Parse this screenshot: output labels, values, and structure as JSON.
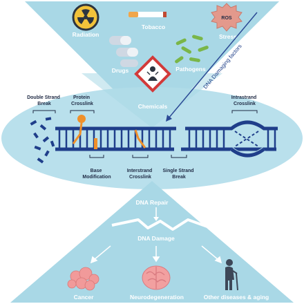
{
  "top_factors": {
    "radiation": "Radiation",
    "tobacco": "Tobacco",
    "ros_badge": "ROS",
    "stress": "Stress",
    "drugs": "Drugs",
    "pathogens": "Pathogens",
    "chemicals": "Chemicals"
  },
  "side_arrow_label": "DNA Damaging factors",
  "dna_lesions": {
    "double_strand_break": [
      "Double Strand",
      "Break"
    ],
    "protein_crosslink": [
      "Protein",
      "Crosslink"
    ],
    "intrastrand_crosslink": [
      "Intrastrand",
      "Crosslink"
    ],
    "base_modification": [
      "Base",
      "Modification"
    ],
    "interstrand_crosslink": [
      "Interstrand",
      "Crosslink"
    ],
    "single_strand_break": [
      "Single Strand",
      "Break"
    ]
  },
  "bottom": {
    "dna_repair": "DNA Repair",
    "dna_damage": "DNA Damage",
    "cancer": "Cancer",
    "neurodegeneration": "Neurodegeneration",
    "other": "Other diseases & aging"
  },
  "colors": {
    "panel": "#a9d8e6",
    "panel_dark": "#8ec7da",
    "ellipse": "#b9e0ec",
    "dna": "#1f3e8a",
    "orange": "#f0902a",
    "arrow": "#2b4a95",
    "cancer": "#f19a9a",
    "brain": "#f2a0a0",
    "person": "#3d4858"
  }
}
